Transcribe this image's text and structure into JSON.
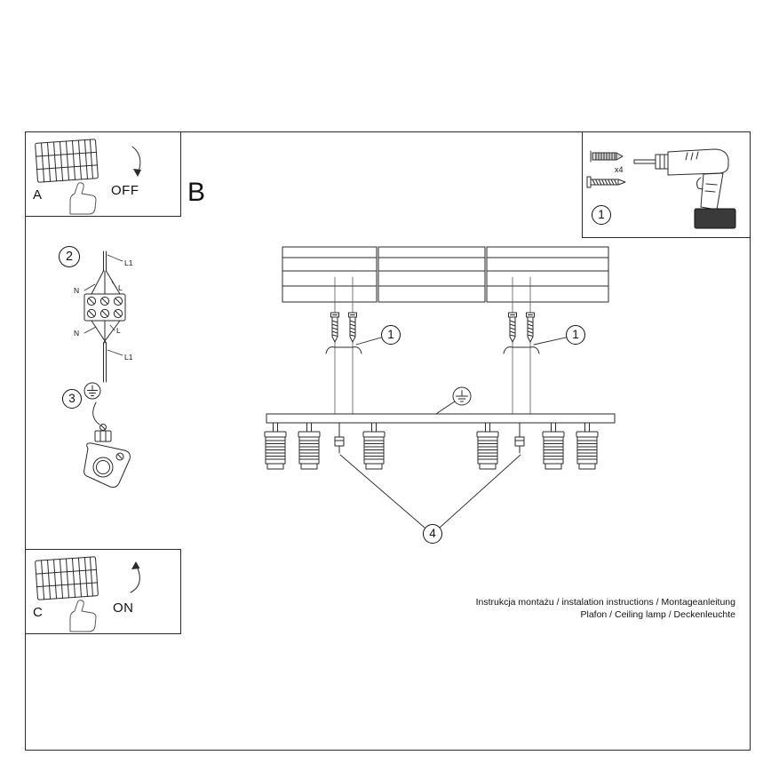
{
  "sheet": {
    "footer_line1": "Instrukcja montażu / instalation instructions / Montageanleitung",
    "footer_line2": "Plafon / Ceiling lamp / Deckenleuchte"
  },
  "sections": {
    "a": "A",
    "b": "B",
    "c": "C"
  },
  "switch": {
    "off": "OFF",
    "on": "ON"
  },
  "steps": {
    "s1": "1",
    "s2": "2",
    "s3": "3",
    "s4": "4"
  },
  "hardware": {
    "qty": "x4"
  },
  "wiring": {
    "l1_top": "L1",
    "n_top": "N",
    "l_top": "L",
    "n_bottom": "N",
    "l_bottom": "L",
    "l1_bottom": "L1"
  }
}
